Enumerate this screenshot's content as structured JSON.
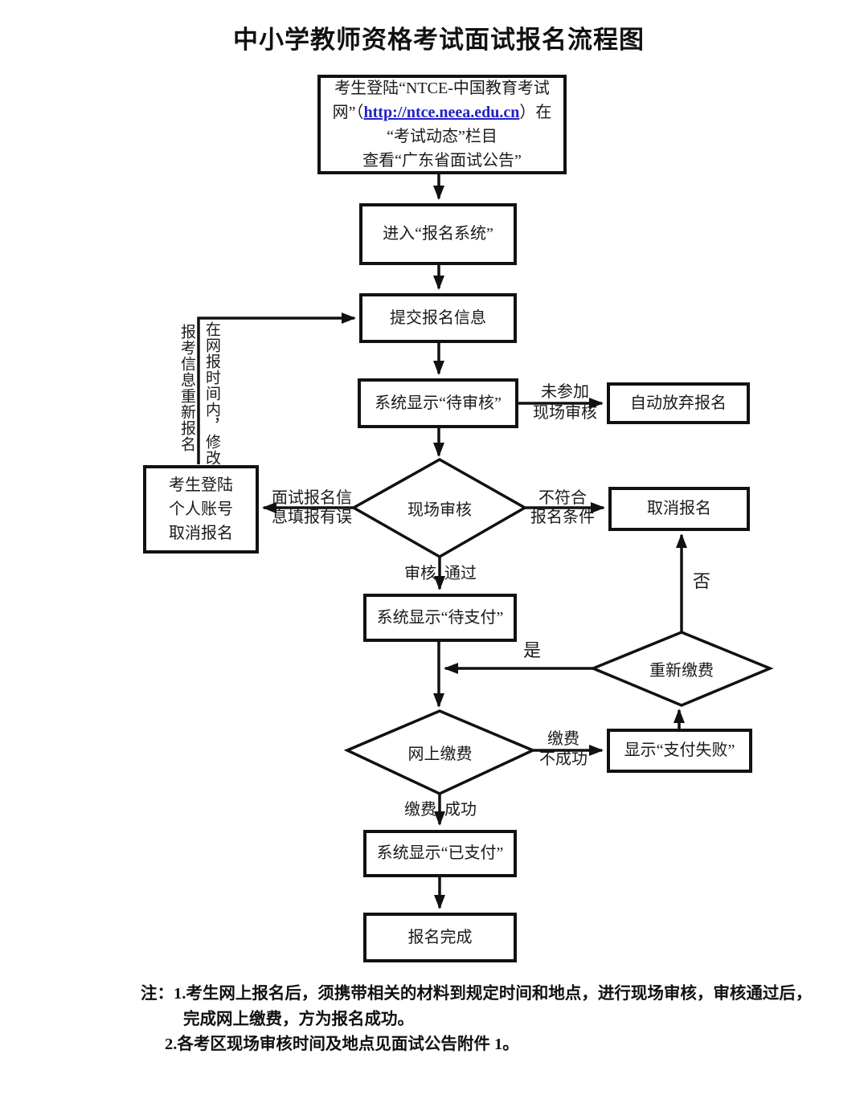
{
  "title": "中小学教师资格考试面试报名流程图",
  "nodes": {
    "login": {
      "line1": "考生登陆“NTCE-中国教育考试",
      "line2_pre": "网”（",
      "url": "http://ntce.neea.edu.cn",
      "line2_post": "）在",
      "line3": "“考试动态”栏目",
      "line4": "查看“广东省面试公告”"
    },
    "enter_system": "进入“报名系统”",
    "submit_info": "提交报名信息",
    "pending_review": "系统显示“待审核”",
    "auto_abandon": "自动放弃报名",
    "onsite_review": "现场审核",
    "cancel_login": [
      "考生登陆",
      "个人账号",
      "取消报名"
    ],
    "cancel_register": "取消报名",
    "pending_payment": "系统显示“待支付”",
    "repay": "重新缴费",
    "online_payment": "网上缴费",
    "payment_failed": "显示“支付失败”",
    "paid": "系统显示“已支付”",
    "complete": "报名完成"
  },
  "edge_labels": {
    "no_onsite": [
      "未参加",
      "现场审核"
    ],
    "info_error": [
      "面试报名信",
      "息填报有误"
    ],
    "not_qualified": [
      "不符合",
      "报名条件"
    ],
    "review_left": "审核",
    "review_right": "通过",
    "yes": "是",
    "no": "否",
    "pay_fail": [
      "缴费",
      "不成功"
    ],
    "pay_success_left": "缴费",
    "pay_success_right": "成功",
    "modify_inner": "在网报时间内，修改",
    "modify_outer": "报考信息重新报名"
  },
  "notes": {
    "prefix": "注：",
    "line1": "1.考生网上报名后，须携带相关的材料到规定时间和地点，进行现场审核，审核通过后，",
    "line2": "完成网上缴费，方为报名成功。",
    "line3": "2.各考区现场审核时间及地点见面试公告附件 1。"
  },
  "colors": {
    "line": "#111111",
    "link": "#2121c8",
    "text": "#1a1a1a",
    "background": "#ffffff"
  }
}
